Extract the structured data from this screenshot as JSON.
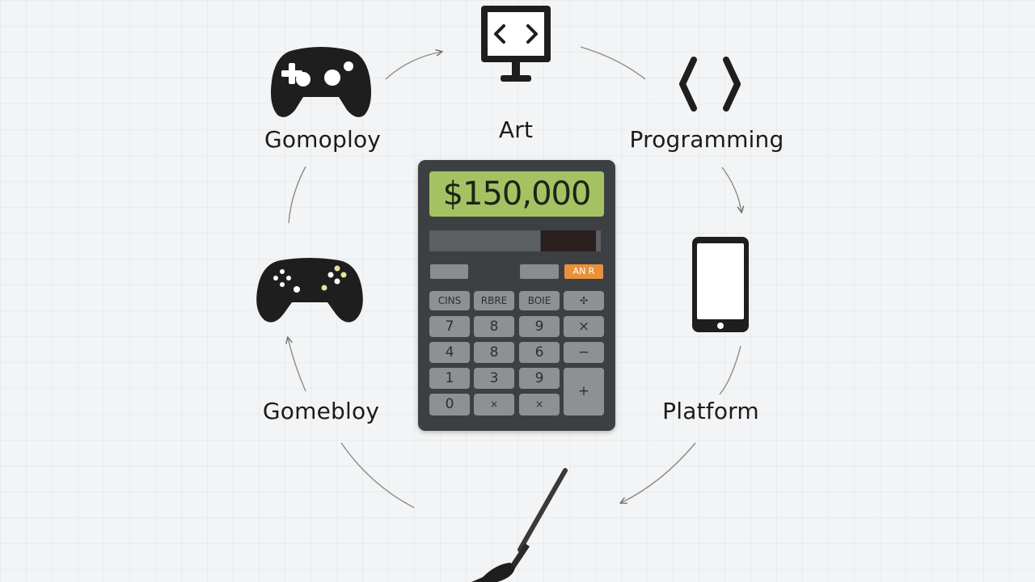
{
  "labels": {
    "top": "Art",
    "top_left": "Gomoploy",
    "top_right": "Programming",
    "bottom_left": "Gomebloy",
    "bottom_right": "Platform"
  },
  "calculator": {
    "display": "$150,000",
    "function_key": "AN R",
    "keys": [
      [
        "CINS",
        "RBRE",
        "BOIE",
        "✣"
      ],
      [
        "7",
        "8",
        "9",
        "×"
      ],
      [
        "4",
        "8",
        "6",
        "−"
      ],
      [
        "1",
        "3",
        "9",
        "+"
      ],
      [
        "0",
        "×",
        "×"
      ]
    ]
  },
  "icons": {
    "top": "code-monitor-icon",
    "top_left": "gamepad-icon",
    "top_right": "code-brackets-icon",
    "left": "gamepad-icon",
    "right": "smartphone-icon",
    "bottom": "paintbrush-icon"
  },
  "colors": {
    "background": "#f3f4f5",
    "calculator_body": "#3d4043",
    "display": "#a5c263",
    "accent_key": "#e8913a",
    "icon": "#1e1e1e"
  }
}
